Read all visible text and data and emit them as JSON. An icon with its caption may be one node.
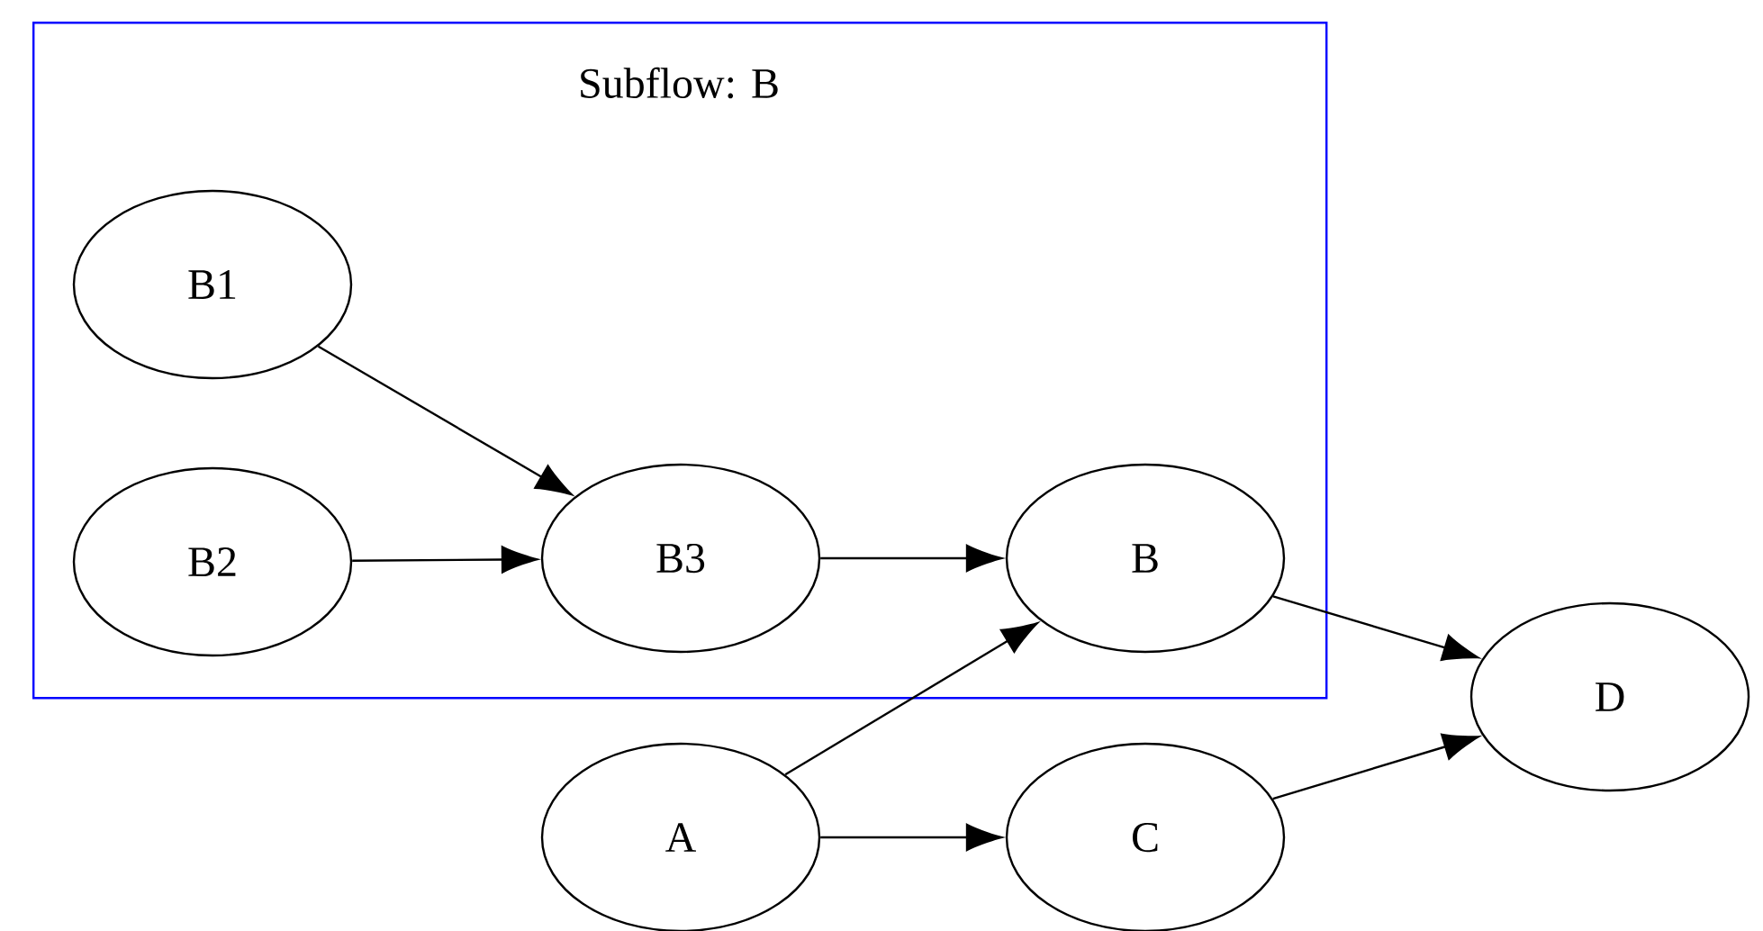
{
  "diagram": {
    "nodes": [
      {
        "text": [
          "Subflow: B"
        ]
      },
      {
        "text": [
          "B1"
        ],
        "in": 0
      },
      {
        "text": [
          "B2"
        ],
        "in": 0
      },
      {
        "text": [
          "B3"
        ],
        "in": 0
      },
      {
        "text": [
          "B"
        ],
        "in": 0
      },
      {
        "text": [
          "A"
        ]
      },
      {
        "text": [
          "C"
        ]
      },
      {
        "text": [
          "D"
        ]
      }
    ],
    "edges": [
      {
        "from": 1,
        "to": 3,
        "arrow": "to"
      },
      {
        "from": 2,
        "to": 3,
        "arrow": "to"
      },
      {
        "from": 3,
        "to": 4,
        "arrow": "to"
      },
      {
        "from": 5,
        "to": 4,
        "arrow": "to"
      },
      {
        "from": 5,
        "to": 6,
        "arrow": "to"
      },
      {
        "from": 4,
        "to": 7,
        "arrow": "to"
      },
      {
        "from": 6,
        "to": 7,
        "arrow": "to"
      }
    ]
  }
}
